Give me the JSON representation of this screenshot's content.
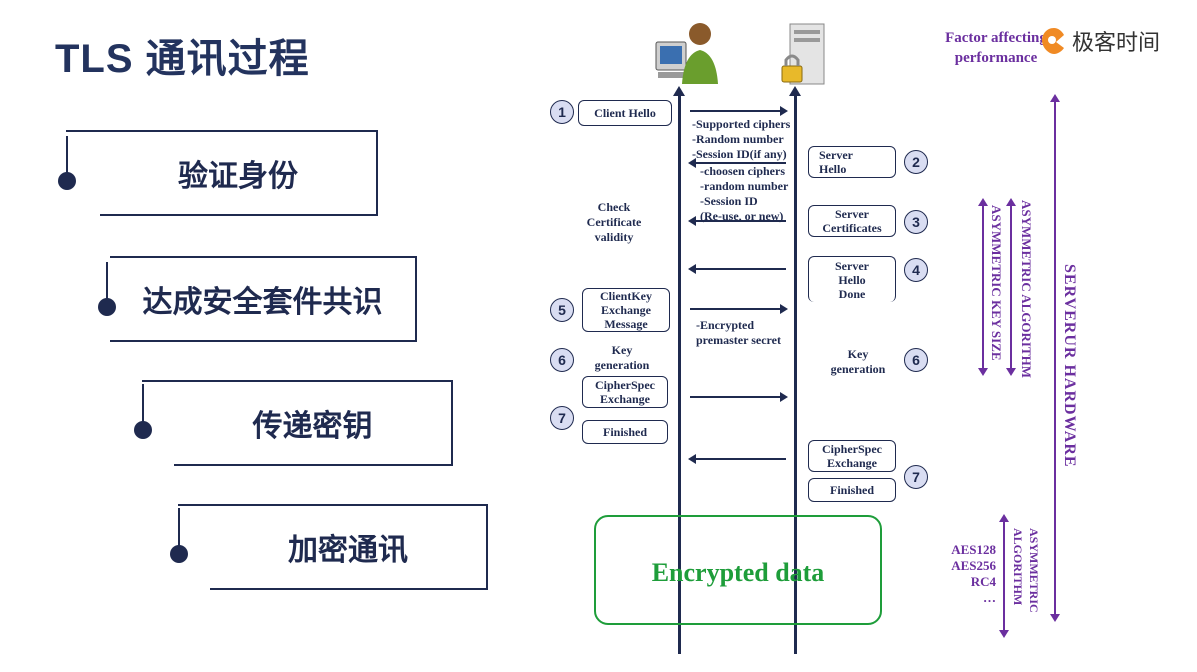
{
  "title": "TLS 通讯过程",
  "steps": [
    "验证身份",
    "达成安全套件共识",
    "传递密钥",
    "加密通讯"
  ],
  "factor": {
    "line1": "Factor affecting",
    "line2": "performance"
  },
  "brand": "极客时间",
  "client_boxes": {
    "client_hello": "Client Hello",
    "clientkey": [
      "ClientKey",
      "Exchange",
      "Message"
    ],
    "cipherspec": [
      "CipherSpec",
      "Exchange"
    ],
    "finished": "Finished"
  },
  "server_boxes": {
    "server_hello": [
      "Server",
      "Hello"
    ],
    "server_certificates": [
      "Server",
      "Certificates"
    ],
    "server_hello_done": [
      "Server",
      "Hello",
      "Done"
    ],
    "cipherspec": [
      "CipherSpec",
      "Exchange"
    ],
    "finished": "Finished"
  },
  "numbers": {
    "n1": "1",
    "n2": "2",
    "n3": "3",
    "n4": "4",
    "n5": "5",
    "n6a": "6",
    "n6b": "6",
    "n7a": "7",
    "n7b": "7"
  },
  "notes": {
    "hello_params": [
      "-Supported ciphers",
      "-Random number",
      "-Session ID(if any)"
    ],
    "server_params": [
      "-choosen ciphers",
      "-random number",
      "-Session ID",
      "(Re-use, or new)"
    ],
    "check_cert": [
      "Check",
      "Certificate",
      "validity"
    ],
    "premaster": [
      "-Encrypted",
      "premaster secret"
    ],
    "key_gen_client": [
      "Key",
      "generation"
    ],
    "key_gen_server": [
      "Key",
      "generation"
    ]
  },
  "encrypted_data": "Encrypted data",
  "right_labels": {
    "asym_algo": "ASYMMETRIC ALGORITHM",
    "asym_key": "ASYMMETRIC KEY SIZE",
    "hardware": "SERVERUR HARDWARE",
    "sym_list": [
      "AES128",
      "AES256",
      "RC4",
      "…"
    ],
    "sym_algo": [
      "ASYMMETRIC",
      "ALGORITHM"
    ]
  },
  "icons": [
    "client-computer-user-icon",
    "server-lock-icon",
    "geekbang-logo-icon"
  ],
  "colors": {
    "navy": "#1f2a4f",
    "purple": "#6b2f9f",
    "green": "#1e9d3a",
    "brand_orange": "#f08a24"
  }
}
